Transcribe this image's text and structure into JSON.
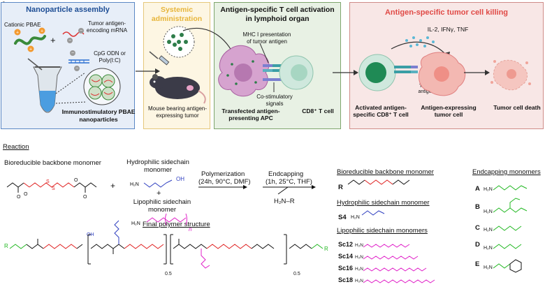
{
  "figure_label": "A",
  "panels": {
    "assembly": {
      "title": "Nanoparticle assembly",
      "cationic": "Cationic PBAE",
      "mrna": "Tumor antigen-encoding mRNA",
      "cpg": "CpG ODN or Poly(I:C)",
      "np": "Immunostimulatory PBAE nanoparticles"
    },
    "systemic": {
      "title": "Systemic administration",
      "mouse": "Mouse bearing antigen-expressing tumor"
    },
    "activation": {
      "title": "Antigen-specific T cell activation in lymphoid organ",
      "mhc": "MHC I presentation of tumor antigen",
      "costim": "Co-stimulatory signals",
      "apc": "Transfected antigen-presenting APC",
      "cd8": "CD8⁺ T cell"
    },
    "killing": {
      "title": "Antigen-specific tumor cell killing",
      "cytokines": "IL-2, IFNγ, TNF",
      "tumor_antigen": "Tumor antigen",
      "activated": "Activated antigen-specific CD8⁺ T cell",
      "tumor_cell": "Antigen-expressing tumor cell",
      "death": "Tumor cell death"
    }
  },
  "reaction": {
    "heading": "Reaction",
    "backbone_monomer": "Bioreducible backbone monomer",
    "hydrophilic_monomer": "Hydrophilic sidechain monomer",
    "lipophilic_monomer": "Lipophilic sidechain monomer",
    "plus": "+",
    "polymerization": "Polymerization",
    "polymerization_cond": "(24h, 90°C, DMF)",
    "endcapping": "Endcapping",
    "endcapping_cond": "(1h, 25°C, THF)",
    "endcap_reagent": "H₂N–R",
    "final_structure": "Final polymer structure",
    "n_label": "n",
    "frac1": "0.5",
    "frac2": "0.5",
    "r_label": "R",
    "oh": "OH",
    "h": "H",
    "n": "N",
    "o": "O",
    "s": "S"
  },
  "legend": {
    "backbone_heading": "Bioreducible backbone monomer",
    "r": "R",
    "hydrophilic_heading": "Hydrophilic sidechain monomer",
    "s4": "S4",
    "lipophilic_heading": "Lipophilic sidechain monomers",
    "sc": [
      "Sc12",
      "Sc14",
      "Sc16",
      "Sc18"
    ],
    "endcap_heading": "Endcapping monomers",
    "endcaps": [
      "A",
      "B",
      "C",
      "D",
      "E"
    ],
    "h2n": "H₂N"
  },
  "colors": {
    "assembly_bg": "#e7eef8",
    "assembly_border": "#5b87c4",
    "systemic_bg": "#fdf6e3",
    "systemic_border": "#e5c77a",
    "systemic_title": "#e7b53a",
    "activation_bg": "#e8f1e4",
    "activation_border": "#7ea56c",
    "killing_bg": "#f8e7e6",
    "killing_border": "#cf8b88",
    "killing_title": "#e04a46",
    "backbone_red": "#e02020",
    "hydrophilic_blue": "#2f3fc0",
    "lipophilic_magenta": "#e020c8",
    "endcap_green": "#22b822"
  }
}
